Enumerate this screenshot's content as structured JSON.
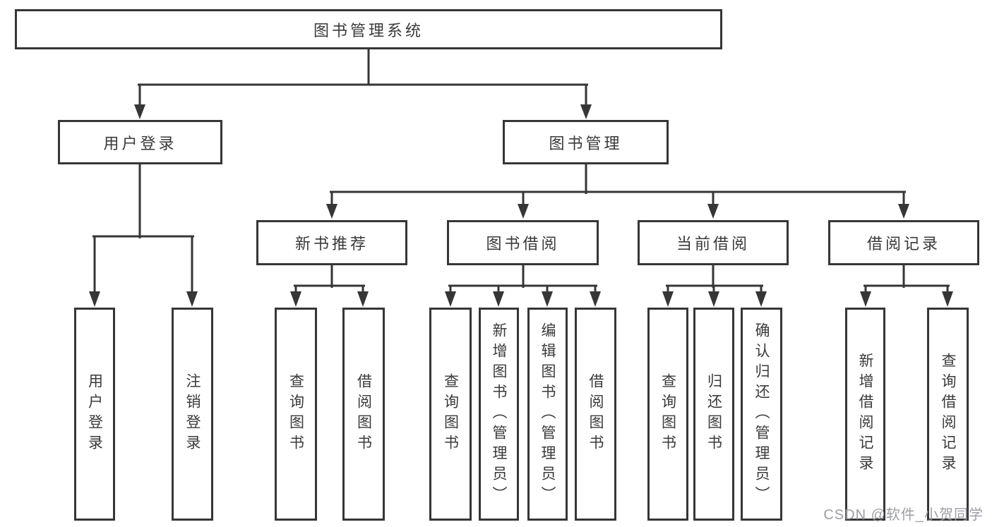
{
  "diagram": {
    "watermark": "CSDN @软件_小贺同学",
    "colors": {
      "line": "#363636",
      "text": "#3a3a3a",
      "box_background": "#ffffff",
      "watermark": "#9899a0"
    },
    "tree": {
      "root": {
        "label": "图书管理系统"
      },
      "branches": [
        {
          "label": "用户登录",
          "children": [
            {
              "label": "用户登录"
            },
            {
              "label": "注销登录"
            }
          ]
        },
        {
          "label": "图书管理",
          "children": [
            {
              "label": "新书推荐",
              "children": [
                {
                  "label": "查询图书"
                },
                {
                  "label": "借阅图书"
                }
              ]
            },
            {
              "label": "图书借阅",
              "children": [
                {
                  "label": "查询图书"
                },
                {
                  "label": "新增图书（管理员）"
                },
                {
                  "label": "编辑图书（管理员）"
                },
                {
                  "label": "借阅图书"
                }
              ]
            },
            {
              "label": "当前借阅",
              "children": [
                {
                  "label": "查询图书"
                },
                {
                  "label": "归还图书"
                },
                {
                  "label": "确认归还（管理员）"
                }
              ]
            },
            {
              "label": "借阅记录",
              "children": [
                {
                  "label": "新增借阅记录"
                },
                {
                  "label": "查询借阅记录"
                }
              ]
            }
          ]
        }
      ]
    }
  }
}
